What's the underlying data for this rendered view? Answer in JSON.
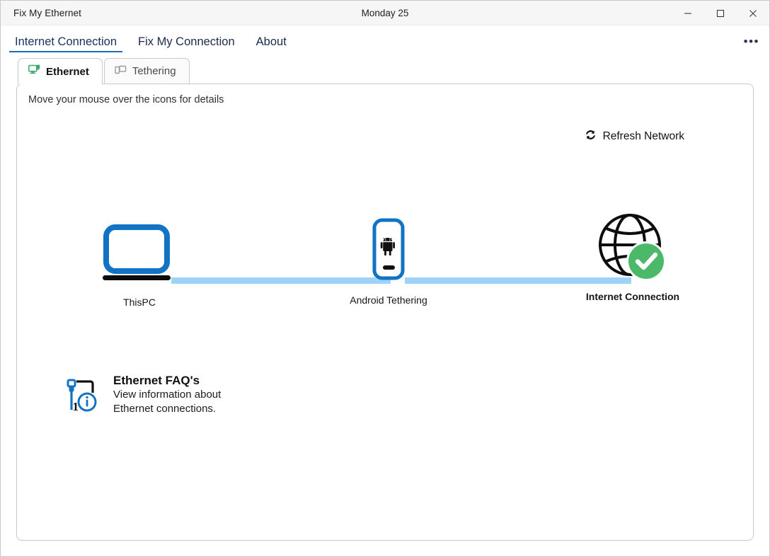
{
  "window": {
    "app_title": "Fix My Ethernet",
    "center_title": "Monday 25",
    "minimize_label": "─",
    "maximize_label": "□",
    "close_label": "✕"
  },
  "nav": {
    "items": [
      {
        "label": "Internet Connection",
        "active": true
      },
      {
        "label": "Fix My Connection",
        "active": false
      },
      {
        "label": "About",
        "active": false
      }
    ],
    "overflow_label": "•••"
  },
  "tabs": [
    {
      "label": "Ethernet",
      "icon": "ethernet-monitor-icon",
      "active": true
    },
    {
      "label": "Tethering",
      "icon": "tethering-device-icon",
      "active": false
    }
  ],
  "content": {
    "hint": "Move your mouse over the icons for details",
    "refresh": {
      "label": "Refresh Network",
      "icon": "refresh-icon"
    }
  },
  "diagram": {
    "nodes": [
      {
        "id": "this-pc",
        "label": "ThisPC",
        "icon": "laptop-icon",
        "bold": false
      },
      {
        "id": "android-tethering",
        "label": "Android Tethering",
        "icon": "android-phone-icon",
        "bold": false
      },
      {
        "id": "internet-connection",
        "label": "Internet Connection",
        "icon": "globe-check-icon",
        "bold": true
      }
    ],
    "link_color": "#9ed3f7"
  },
  "faq": {
    "icon": "ethernet-cable-info-icon",
    "title": "Ethernet FAQ's",
    "line1": "View information about",
    "line2": "Ethernet connections."
  },
  "colors": {
    "accent_blue": "#1e6bb8",
    "device_blue": "#1273c4",
    "link_blue": "#9ed3f7",
    "status_green": "#4cb96a",
    "tab_icon_green": "#3aa86a",
    "titlebar_bg": "#f6f6f6"
  }
}
